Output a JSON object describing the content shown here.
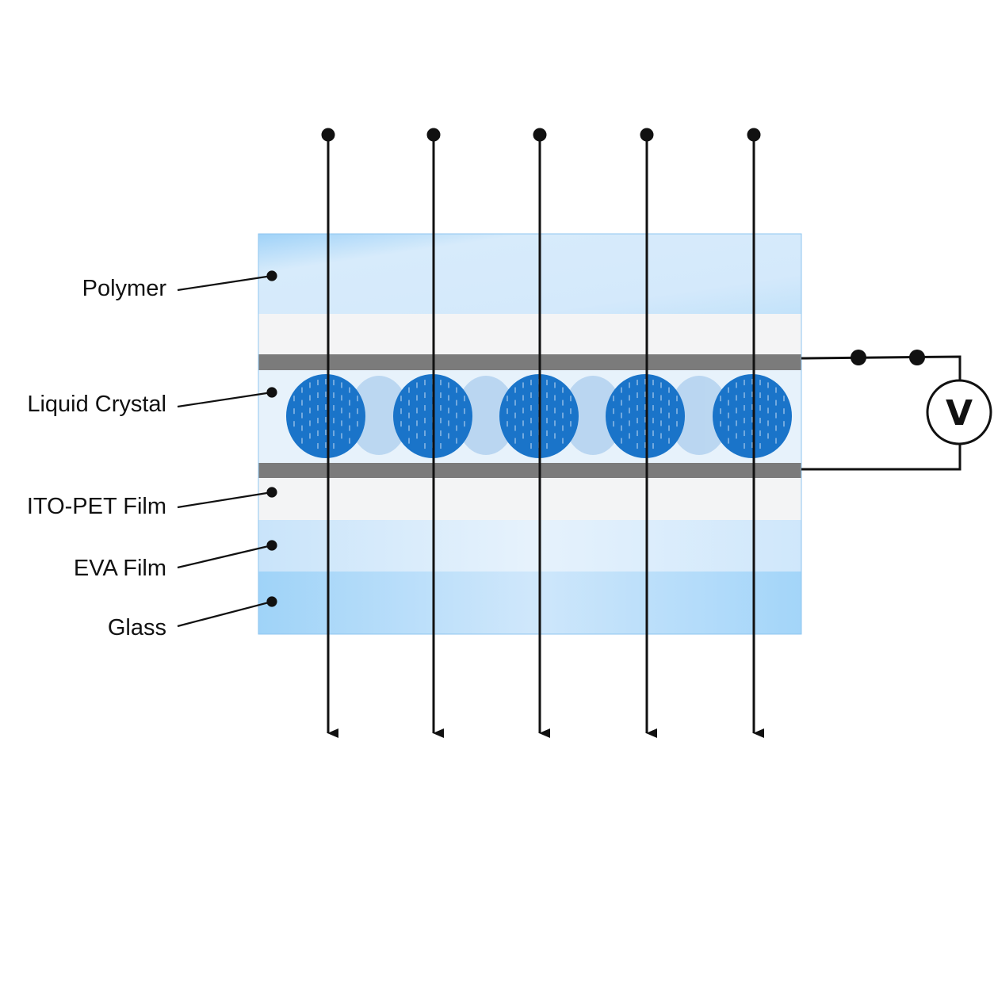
{
  "labels": {
    "polymer": "Polymer",
    "liquid_crystal": "Liquid Crystal",
    "ito_pet": "ITO-PET Film",
    "eva": "EVA Film",
    "glass": "Glass"
  },
  "voltmeter": {
    "symbol": "V",
    "icon": "voltmeter-icon"
  },
  "colors": {
    "polymer": "#d4e9fb",
    "glass": "#b9def9",
    "eva": "#dcecfa",
    "ito_pet": "#f3f4f5",
    "electrode": "#7b7b7b",
    "droplet_dark": "#1a74c9",
    "droplet_light": "#b6d4f0",
    "line": "#111111"
  },
  "light_rays": {
    "count": 5,
    "direction": "down"
  }
}
